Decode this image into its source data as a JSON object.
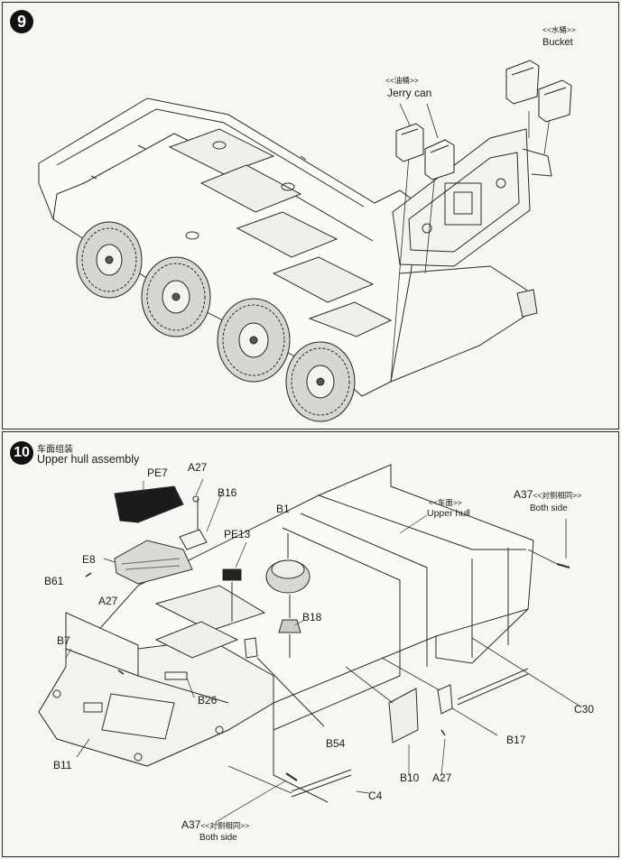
{
  "step9": {
    "number": "9",
    "jerry_can_cn": "<<油桶>>",
    "jerry_can_en": "Jerry can",
    "bucket_cn": "<<水桶>>",
    "bucket_en": "Bucket"
  },
  "step10": {
    "number": "10",
    "title_cn": "车面组装",
    "title_en": "Upper hull assembly",
    "upper_hull_cn": "<<车面>>",
    "upper_hull_en": "Upper hull",
    "parts": {
      "pe7": "PE7",
      "a27_top": "A27",
      "b16": "B16",
      "b1": "B1",
      "pe13": "PE13",
      "e8": "E8",
      "b61": "B61",
      "a27_left": "A27",
      "b18": "B18",
      "b7": "B7",
      "b26": "B26",
      "b54": "B54",
      "b11": "B11",
      "c4": "C4",
      "b10": "B10",
      "a27_bottom": "A27",
      "b17": "B17",
      "c30": "C30",
      "a37_top": "A37",
      "a37_bottom": "A37"
    },
    "a37_top_cn": "<<对侧相同>>",
    "a37_top_note": "Both side",
    "a37_bottom_cn": "<<对侧相同>>",
    "a37_bottom_note": "Both side"
  }
}
